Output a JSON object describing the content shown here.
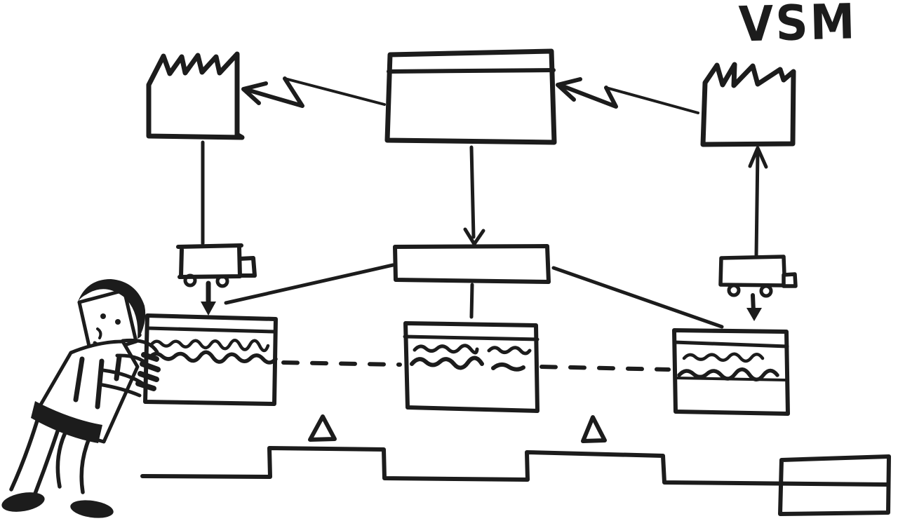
{
  "title": {
    "text": "VSM"
  },
  "colors": {
    "ink": "#1c1c1c",
    "background": "#ffffff"
  },
  "diagram": {
    "kind": "hand-drawn value stream mapping sketch",
    "elements": [
      {
        "name": "supplier-factory-icon"
      },
      {
        "name": "production-control-box"
      },
      {
        "name": "customer-factory-icon"
      },
      {
        "name": "information-flow-lightning-left"
      },
      {
        "name": "information-flow-lightning-right"
      },
      {
        "name": "inbound-truck-icon"
      },
      {
        "name": "outbound-truck-icon"
      },
      {
        "name": "schedule-box"
      },
      {
        "name": "process-box-1"
      },
      {
        "name": "process-box-2"
      },
      {
        "name": "process-box-3"
      },
      {
        "name": "material-flow-dashed-line"
      },
      {
        "name": "inventory-triangle-1"
      },
      {
        "name": "inventory-triangle-2"
      },
      {
        "name": "lead-time-ladder"
      },
      {
        "name": "total-lead-time-box"
      },
      {
        "name": "worker-figure"
      }
    ]
  }
}
